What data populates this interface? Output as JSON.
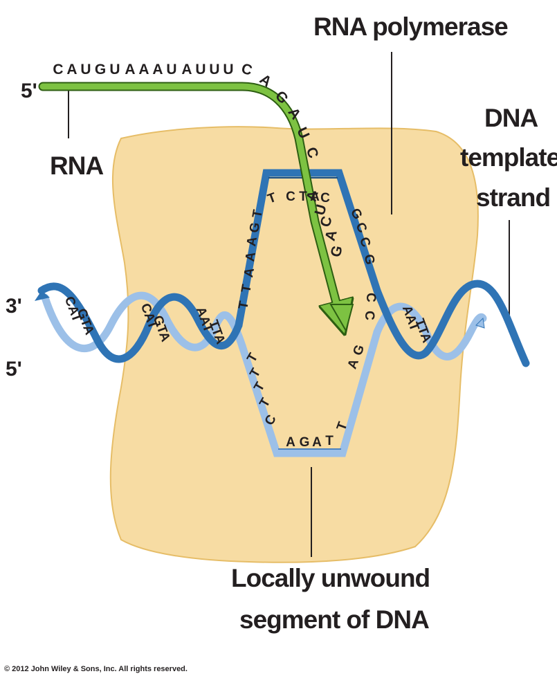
{
  "labels": {
    "rna_polymerase": "RNA polymerase",
    "dna_line1": "DNA",
    "dna_line2": "template",
    "dna_line3": "strand",
    "rna": "RNA",
    "five_prime_rna": "5'",
    "three_prime_dna": "3'",
    "five_prime_dna": "5'",
    "unwound_line1": "Locally unwound",
    "unwound_line2": "segment of DNA"
  },
  "rna_sequence": [
    "C",
    "A",
    "U",
    "G",
    "U",
    "A",
    "A",
    "A",
    "U",
    "A",
    "U",
    "U",
    "U",
    "C",
    "A",
    "G",
    "A",
    "U",
    "C",
    "A",
    "U",
    "C",
    "A",
    "G"
  ],
  "template_top_bases": [
    "T",
    "C",
    "T",
    "A",
    "C"
  ],
  "template_left_bases": [
    "T",
    "G",
    "A",
    "A",
    "A",
    "T",
    "T",
    "T",
    "T",
    "T",
    "T",
    "C"
  ],
  "template_bottom_bases": [
    "A",
    "G",
    "A",
    "T"
  ],
  "template_right_bases": [
    "G",
    "C",
    "C",
    "G",
    "C",
    "C",
    "G",
    "A",
    "T"
  ],
  "helix_pairs": [
    {
      "top": "CAT",
      "bottom": "GTA"
    },
    {
      "top": "CAT",
      "bottom": "GTA"
    },
    {
      "top": "AAT",
      "bottom": "TTA"
    },
    {
      "top": "AAT",
      "bottom": "TTA"
    }
  ],
  "copyright": "© 2012 John Wiley & Sons, Inc. All rights reserved.",
  "colors": {
    "polymerase": "#f7dca3",
    "polymerase_edge": "#e6bd67",
    "template_strand": "#2f74b5",
    "coding_strand": "#9cc0e8",
    "rna_strand": "#7dc242",
    "text": "#231f20"
  }
}
